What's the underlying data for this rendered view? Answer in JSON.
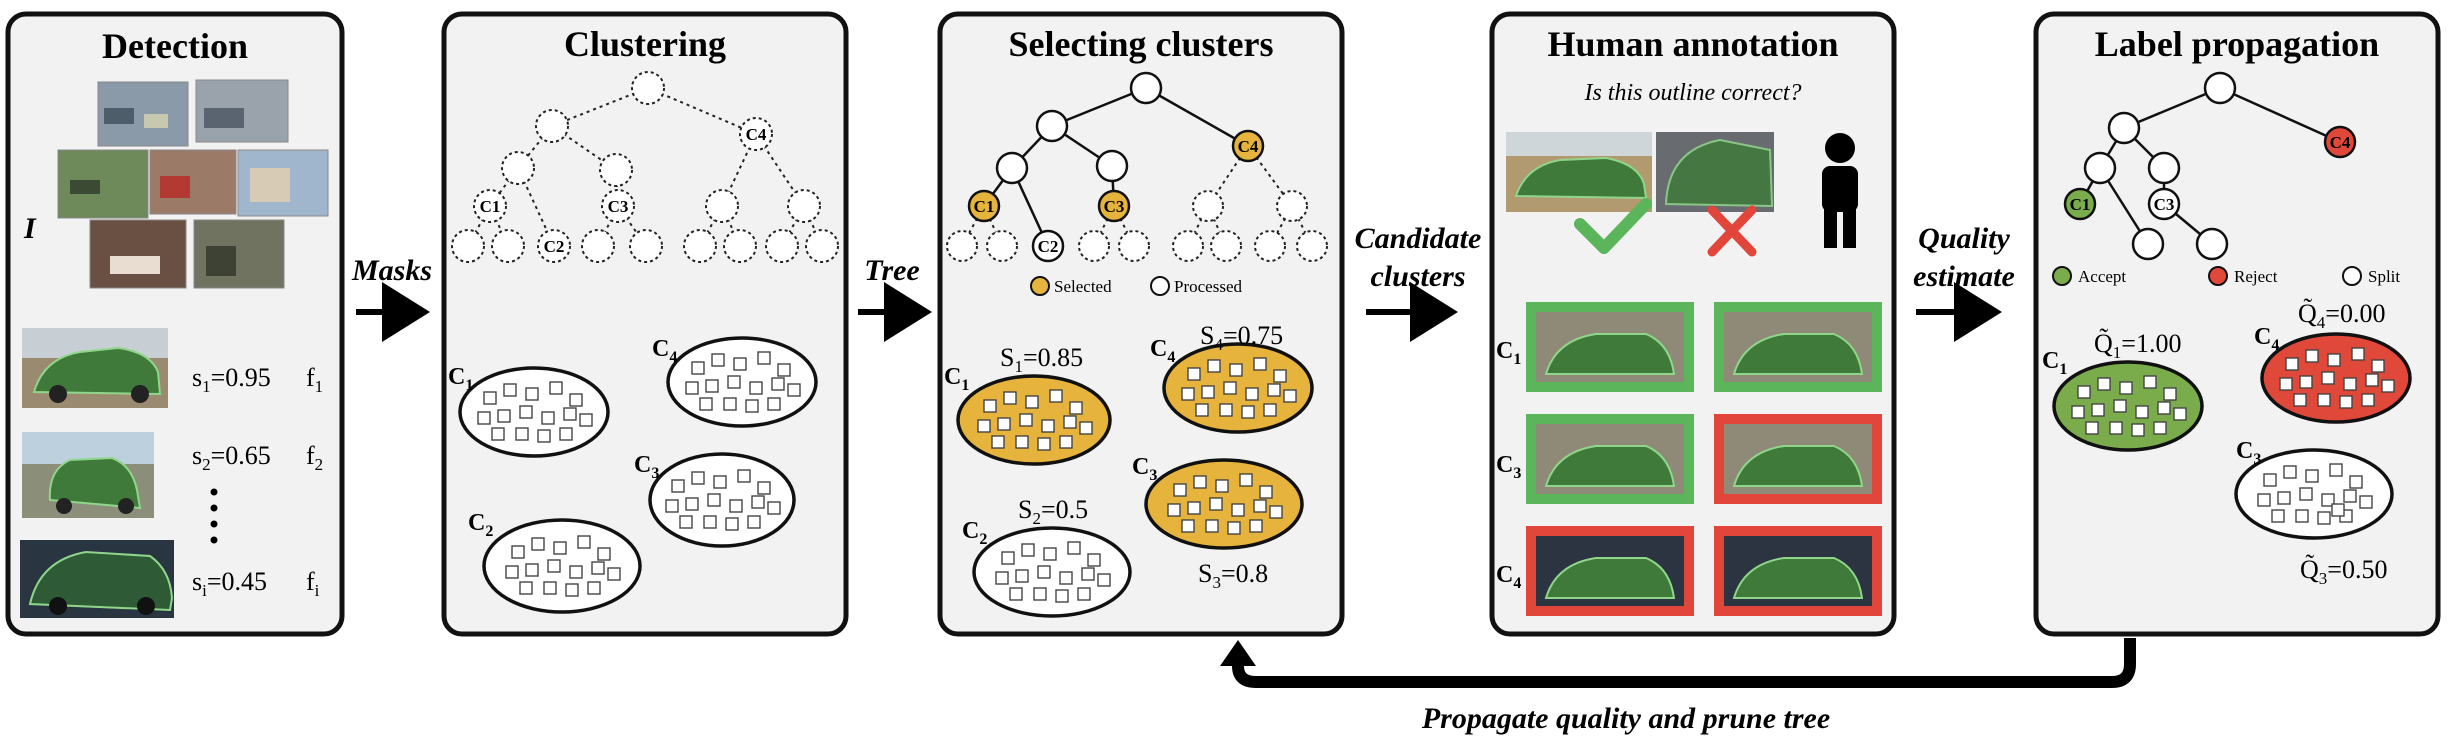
{
  "colors": {
    "selected": "#e6b43c",
    "accept": "#7aac4c",
    "reject": "#e0483a",
    "accept_frame": "#5bb55b",
    "reject_frame": "#e2463b",
    "panel_bg": "#f2f2f2",
    "car_green": "#3f7a3a",
    "arrow": "#000000"
  },
  "detection": {
    "title": "Detection",
    "image_label": "I",
    "items": [
      {
        "score_prefix": "s",
        "score_sub": "1",
        "score_value": "=0.95",
        "feature": "f",
        "feature_sub": "1"
      },
      {
        "score_prefix": "s",
        "score_sub": "2",
        "score_value": "=0.65",
        "feature": "f",
        "feature_sub": "2"
      },
      {
        "score_prefix": "s",
        "score_sub": "i",
        "score_value": "=0.45",
        "feature": "f",
        "feature_sub": "i"
      }
    ]
  },
  "arrows": {
    "masks": "Masks",
    "tree": "Tree",
    "candidate_line1": "Candidate",
    "candidate_line2": "clusters",
    "quality_line1": "Quality",
    "quality_line2": "estimate",
    "feedback": "Propagate quality and prune tree"
  },
  "clustering": {
    "title": "Clustering",
    "tree_labels": [
      "C1",
      "C2",
      "C3",
      "C4"
    ],
    "clusters": [
      {
        "label": "C",
        "sub": "1"
      },
      {
        "label": "C",
        "sub": "2"
      },
      {
        "label": "C",
        "sub": "3"
      },
      {
        "label": "C",
        "sub": "4"
      }
    ]
  },
  "selecting": {
    "title": "Selecting clusters",
    "legend_selected": "Selected",
    "legend_processed": "Processed",
    "clusters": [
      {
        "label": "C",
        "sub": "1",
        "score": "S",
        "score_sub": "1",
        "score_value": "=0.85"
      },
      {
        "label": "C",
        "sub": "2",
        "score": "S",
        "score_sub": "2",
        "score_value": "=0.5"
      },
      {
        "label": "C",
        "sub": "3",
        "score": "S",
        "score_sub": "3",
        "score_value": "=0.8"
      },
      {
        "label": "C",
        "sub": "4",
        "score": "S",
        "score_sub": "4",
        "score_value": "=0.75"
      }
    ]
  },
  "annotation": {
    "title": "Human annotation",
    "question": "Is this outline correct?",
    "rows": [
      {
        "label": "C",
        "sub": "1",
        "left": "accept",
        "right": "accept"
      },
      {
        "label": "C",
        "sub": "3",
        "left": "accept",
        "right": "reject"
      },
      {
        "label": "C",
        "sub": "4",
        "left": "reject",
        "right": "reject"
      }
    ]
  },
  "propagation": {
    "title": "Label propagation",
    "legend_accept": "Accept",
    "legend_reject": "Reject",
    "legend_split": "Split",
    "clusters": [
      {
        "label": "C",
        "sub": "1",
        "q_value": "=1.00",
        "q_sub": "1"
      },
      {
        "label": "C",
        "sub": "4",
        "q_value": "=0.00",
        "q_sub": "4"
      },
      {
        "label": "C",
        "sub": "3",
        "q_value": "=0.50",
        "q_sub": "3"
      }
    ]
  }
}
